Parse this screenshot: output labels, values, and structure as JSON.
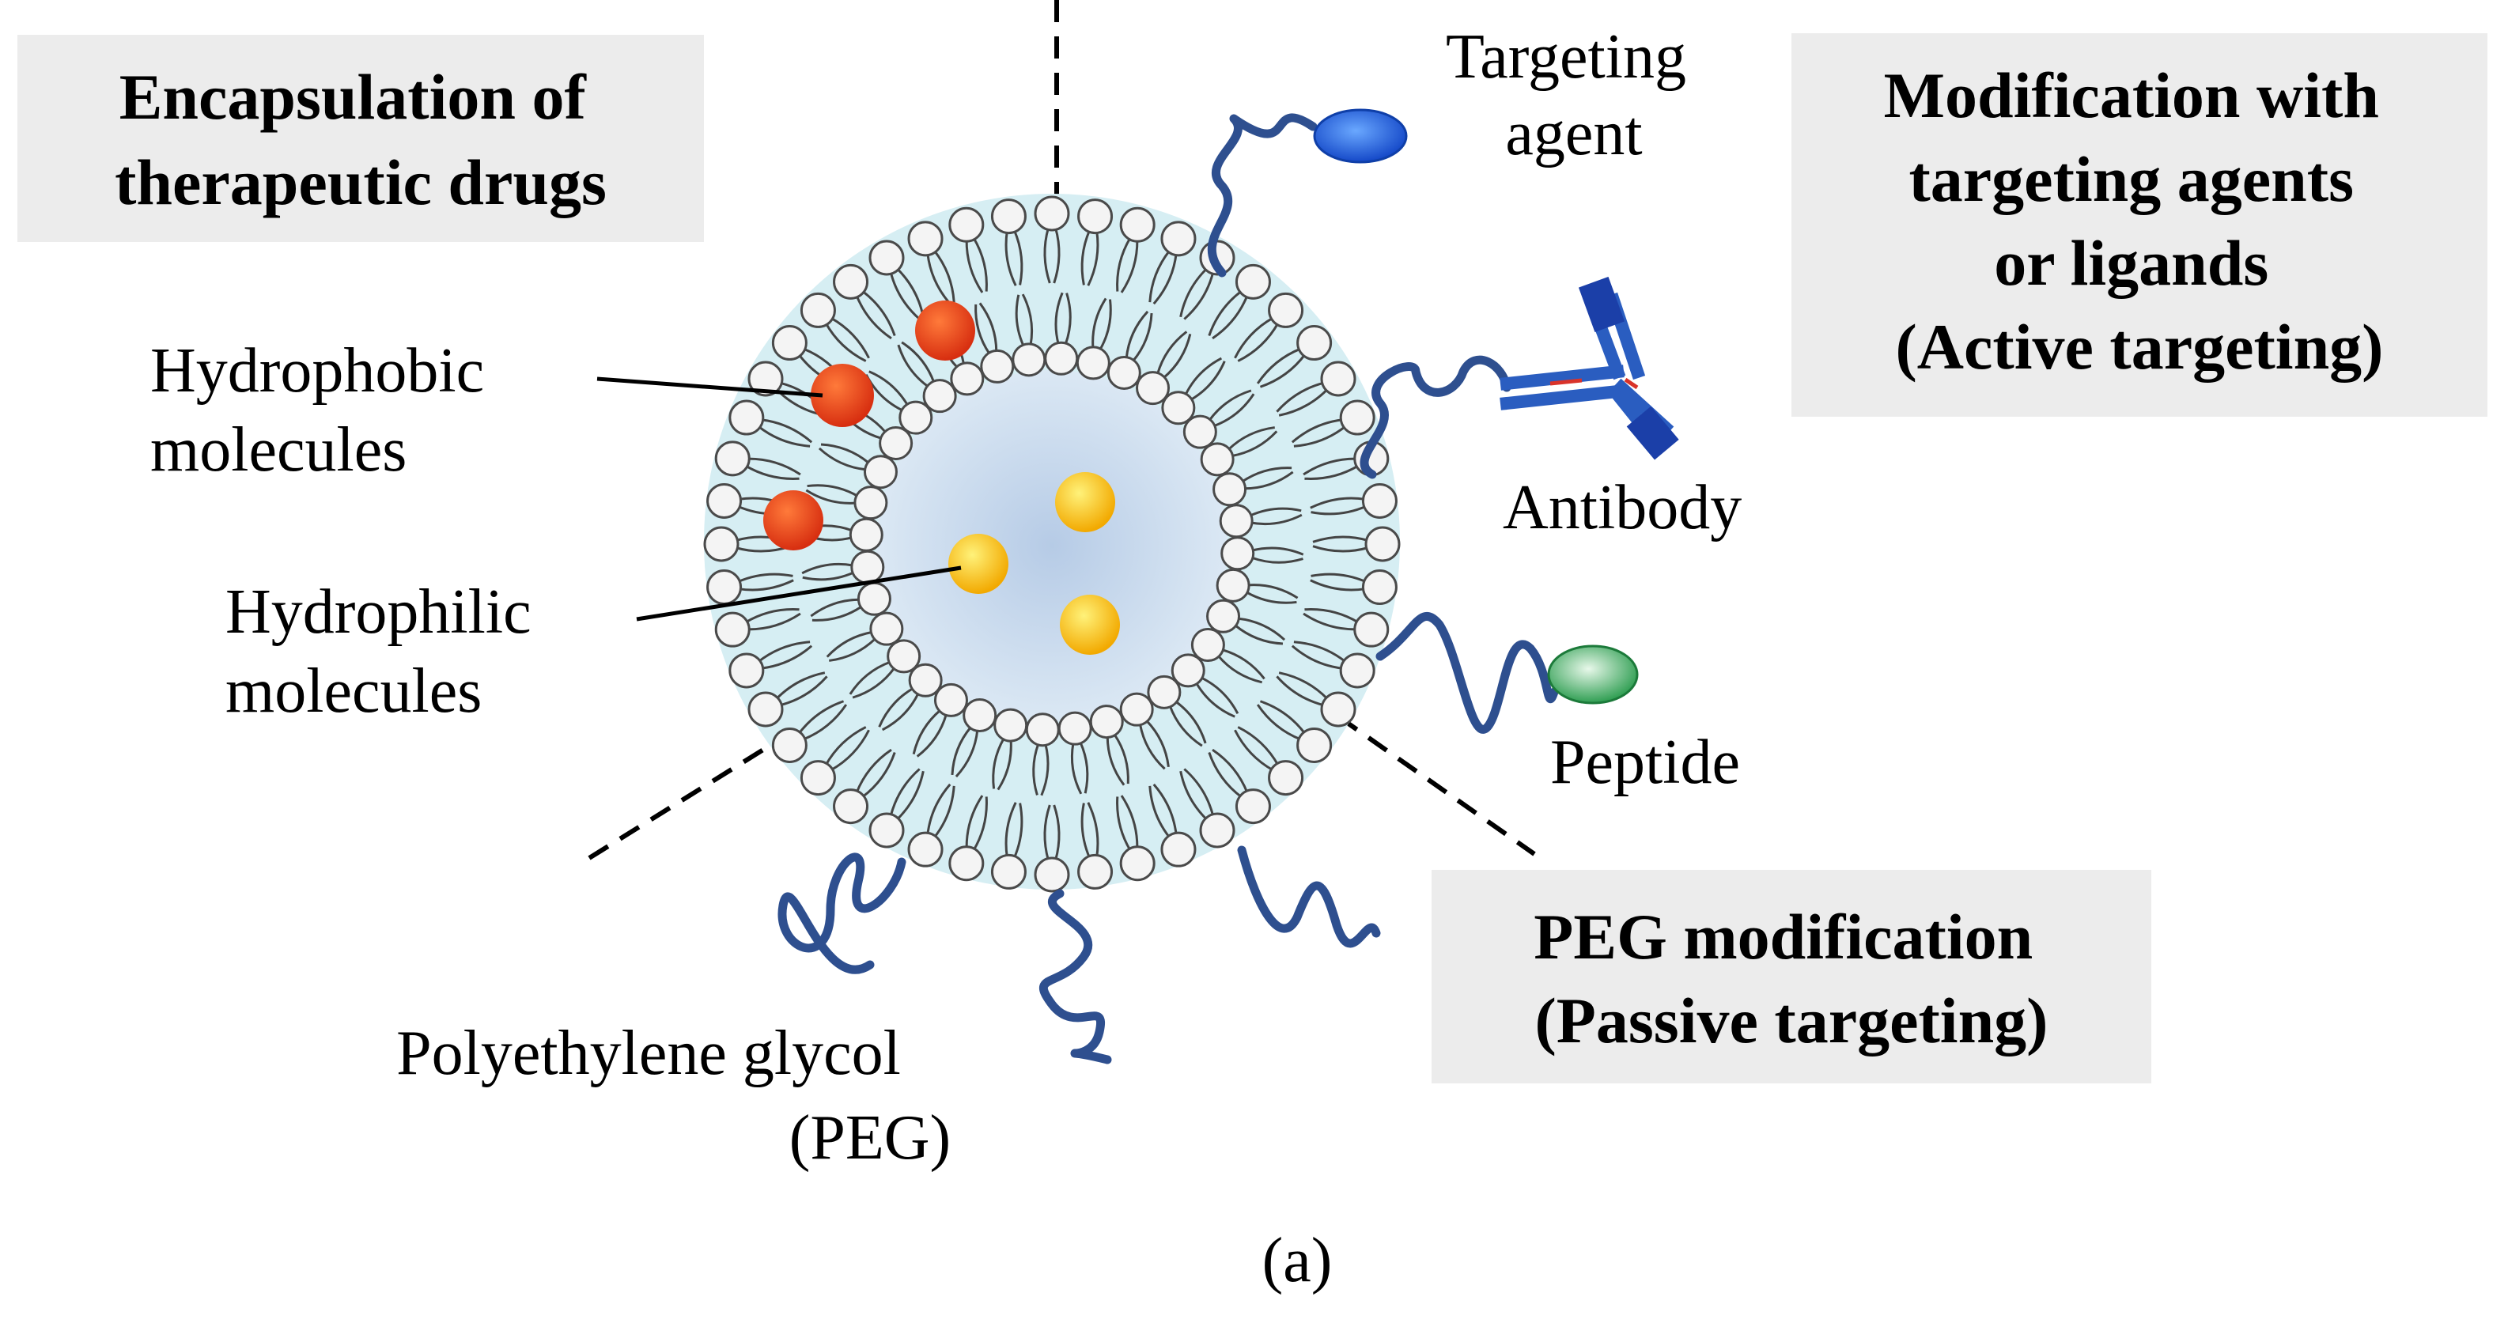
{
  "boxes": {
    "encapsulation": [
      "Encapsulation of",
      "therapeutic drugs"
    ],
    "active": [
      "Modification with",
      "targeting agents",
      "or ligands",
      "(Active targeting)"
    ],
    "passive": [
      "PEG modification",
      "(Passive targeting)"
    ]
  },
  "labels": {
    "targeting_agent": [
      "Targeting",
      "agent"
    ],
    "antibody": "Antibody",
    "peptide": "Peptide",
    "hydrophobic": [
      "Hydrophobic",
      "molecules"
    ],
    "hydrophilic": [
      "Hydrophilic",
      "molecules"
    ],
    "peg": [
      "Polyethylene  glycol",
      "(PEG)"
    ]
  },
  "caption": "(a)",
  "colors": {
    "box_fill": "#ececec",
    "outer_halo": "#d6eef3",
    "core": "#bcd3ea",
    "head_fill": "#f4f4f4",
    "head_stroke": "#4a4a4a",
    "peg_chain": "#2e4f8f",
    "hydrophobic_drug": "#e8431c",
    "hydrophilic_drug": "#f5c000",
    "targeting_agent": "#1f5fd0",
    "antibody": "#2a5dc0",
    "peptide": "#3aa860"
  },
  "icons": {
    "targeting_agent": "blue-ellipse-ligand",
    "antibody": "y-shaped-antibody",
    "peptide": "green-ellipse-peptide"
  }
}
